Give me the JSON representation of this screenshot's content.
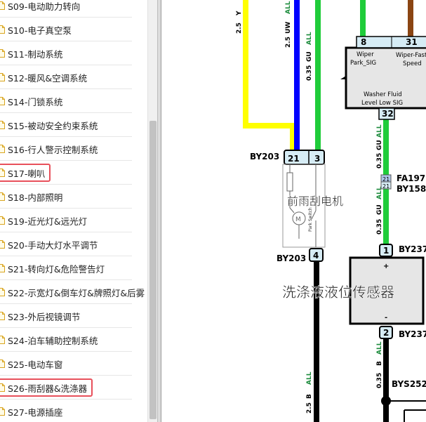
{
  "sidebar": {
    "items": [
      {
        "label": "S09-电动助力转向",
        "highlighted": false
      },
      {
        "label": "S10-电子真空泵",
        "highlighted": false
      },
      {
        "label": "S11-制动系统",
        "highlighted": false
      },
      {
        "label": "S12-暖风&空调系统",
        "highlighted": false
      },
      {
        "label": "S14-门锁系统",
        "highlighted": false
      },
      {
        "label": "S15-被动安全约束系统",
        "highlighted": false
      },
      {
        "label": "S16-行人警示控制系统",
        "highlighted": false
      },
      {
        "label": "S17-喇叭",
        "highlighted": true
      },
      {
        "label": "S18-内部照明",
        "highlighted": false
      },
      {
        "label": "S19-近光灯&远光灯",
        "highlighted": false
      },
      {
        "label": "S20-手动大灯水平调节",
        "highlighted": false
      },
      {
        "label": "S21-转向灯&危险警告灯",
        "highlighted": false
      },
      {
        "label": "S22-示宽灯&倒车灯&牌照灯&后雾",
        "highlighted": false
      },
      {
        "label": "S23-外后视镜调节",
        "highlighted": false
      },
      {
        "label": "S24-泊车辅助控制系统",
        "highlighted": false
      },
      {
        "label": "S25-电动车窗",
        "highlighted": false
      },
      {
        "label": "S26-雨刮器&洗涤器",
        "highlighted": true
      },
      {
        "label": "S27-电源插座",
        "highlighted": false
      }
    ],
    "item_icon": "document-icon",
    "highlight_color": "#e8505b"
  },
  "diagram": {
    "wire_labels": {
      "yellow_size": "2.5",
      "yellow_code": "Y",
      "blue_size": "2.5",
      "blue_code": "UW",
      "green_size": "0.35",
      "green_code": "GU",
      "all": "ALL",
      "mid_green_size": "0.35",
      "mid_green_code": "GU",
      "low_green_size": "0.35",
      "low_green_code": "GU",
      "black_right_size": "0.35",
      "black_right_code": "B",
      "black_left_size": "2.5",
      "black_left_code": "B"
    },
    "connectors": {
      "by203_top": "BY203",
      "by203_pins": "21",
      "by203_pin3": "3",
      "by203_bottom": "BY203",
      "by203_pin4": "4",
      "fa197": "FA197",
      "by158": "BY158",
      "fa197_pin": "21",
      "by158_pin": "21",
      "by237_top": "BY237",
      "by237_top_pin": "1",
      "by237_bottom": "BY237",
      "by237_bottom_pin": "2",
      "bys252": "BYS252"
    },
    "module": {
      "pin8": "8",
      "pin31": "31",
      "pin32": "32",
      "wiper_park_line1": "Wiper",
      "wiper_park_line2": "Park_SIG",
      "wiper_fast_line1": "Wiper-Fast",
      "wiper_fast_line2": "Speed",
      "washer_line1": "Washer Fluid",
      "washer_line2": "Level Low SIG"
    },
    "motor_label": "前雨刮电机",
    "park_switch": "Park Switch",
    "sensor_label": "洗涤液液位传感器",
    "sensor_plus": "+",
    "sensor_minus": "-",
    "colors": {
      "yellow": "#ffff00",
      "blue": "#0000ff",
      "green": "#1fcc3a",
      "black": "#000000",
      "brown": "#8b4513",
      "module_fill": "#e6e6e6",
      "connector_fill": "#d6ecf5"
    }
  }
}
